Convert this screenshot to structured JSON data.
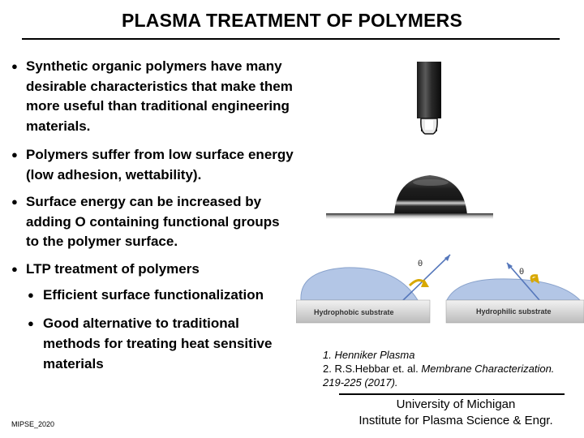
{
  "slide": {
    "title": "PLASMA TREATMENT OF POLYMERS",
    "bullets": [
      "Synthetic organic polymers have many desirable characteristics that make them more useful than traditional engineering materials.",
      "Polymers suffer from low surface energy (low adhesion, wettability).",
      "Surface energy can be increased by adding O containing functional groups to the polymer surface.",
      "LTP treatment of polymers"
    ],
    "sub_bullets": [
      "Efficient surface functionalization",
      "Good alternative to traditional methods for treating heat sensitive materials"
    ],
    "footer_left": "MIPSE_2020",
    "references": {
      "ref1": "1. Henniker Plasma",
      "ref2_prefix": "2. R.S.Hebbar et. al. ",
      "ref2_italic": "Membrane Characterization.",
      "ref2_pages": "219-225 (2017)."
    },
    "institution": {
      "line1": "University of Michigan",
      "line2": "Institute for Plasma Science & Engr."
    },
    "figure": {
      "theta_left": "θ",
      "theta_right": "θ",
      "hydrophobic_label": "Hydrophobic substrate",
      "hydrophilic_label": "Hydrophilic substrate"
    }
  }
}
